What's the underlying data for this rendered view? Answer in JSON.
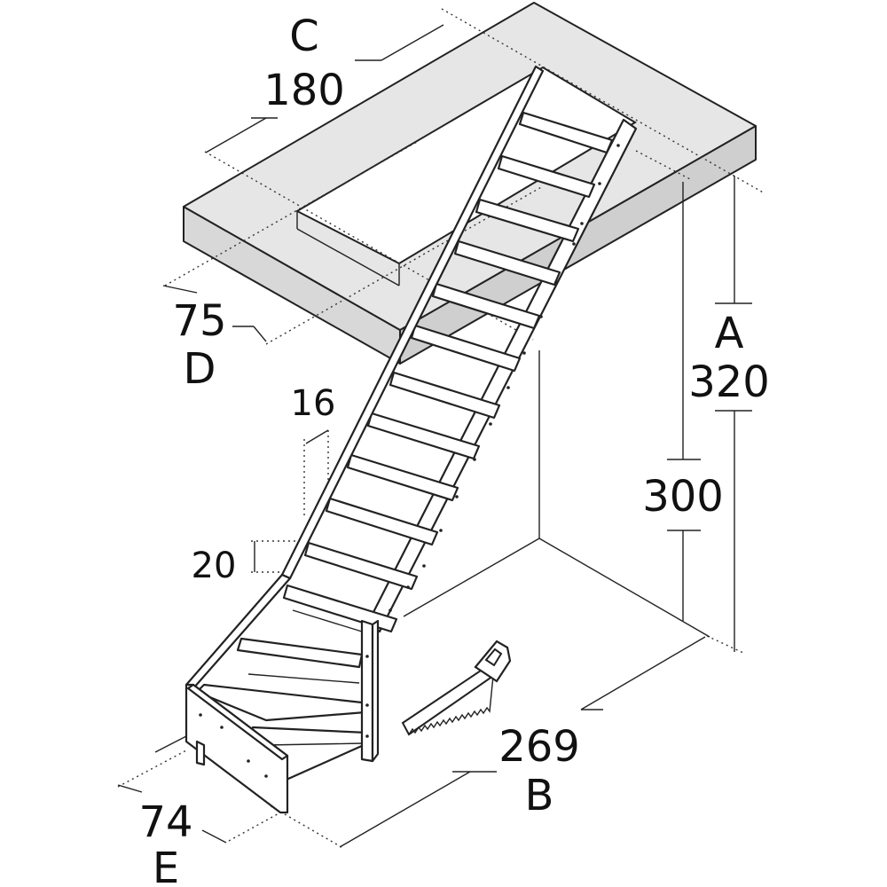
{
  "dimensions": {
    "A": {
      "letter": "A",
      "value": "320"
    },
    "B": {
      "letter": "B",
      "value": "269"
    },
    "C": {
      "letter": "C",
      "value": "180"
    },
    "D": {
      "letter": "D",
      "value": "75"
    },
    "E": {
      "letter": "E",
      "value": "74"
    },
    "floor_height": {
      "value": "300"
    },
    "tread_depth": {
      "value": "16"
    },
    "rise": {
      "value": "20"
    }
  },
  "tools": [
    "hand-saw-icon"
  ]
}
